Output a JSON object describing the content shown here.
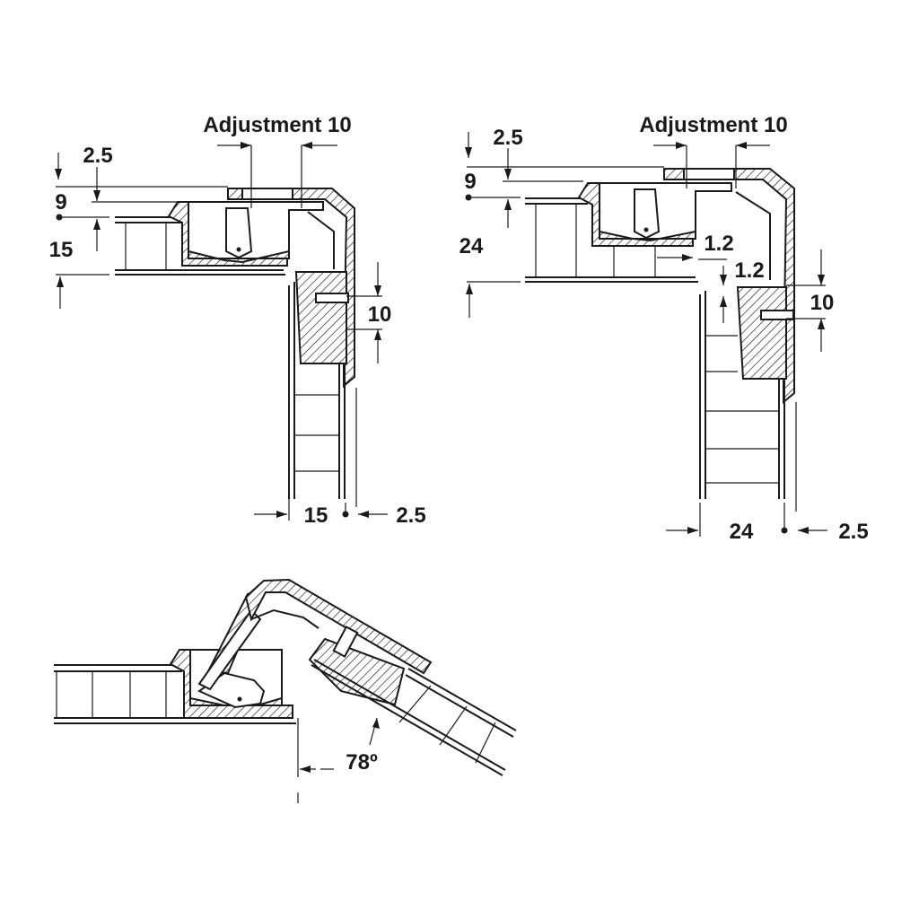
{
  "diagrams": {
    "top_left": {
      "adjustment_label": "Adjustment 10",
      "dim_top_offset": "2.5",
      "dim_cup_depth": "9",
      "dim_side_thickness": "15",
      "dim_mount_height": "10",
      "dim_door_thickness": "15",
      "dim_door_offset": "2.5"
    },
    "top_right": {
      "adjustment_label": "Adjustment 10",
      "dim_top_offset": "2.5",
      "dim_cup_depth": "9",
      "dim_side_thickness": "24",
      "dim_gap_a": "1.2",
      "dim_gap_b": "1.2",
      "dim_mount_height": "10",
      "dim_door_thickness": "24",
      "dim_door_offset": "2.5"
    },
    "bottom": {
      "opening_angle": "78º"
    }
  },
  "colors": {
    "ink": "#1a1a1a",
    "background": "#ffffff"
  }
}
